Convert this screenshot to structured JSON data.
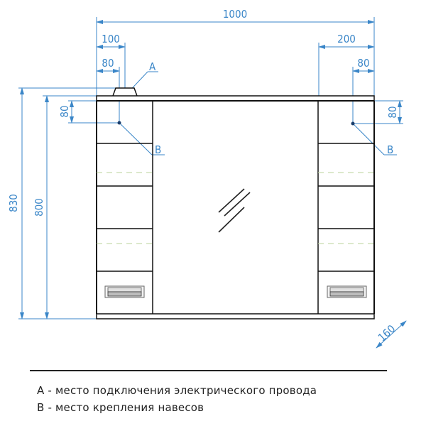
{
  "drawing": {
    "title": "Mirror cabinet front view with dimensions",
    "dimensions": {
      "overall_width": "1000",
      "left_offset_outer": "100",
      "left_offset_inner": "80",
      "right_offset_outer": "200",
      "right_offset_inner": "80",
      "overall_height": "830",
      "body_height": "800",
      "left_mount_vertical": "80",
      "right_mount_vertical": "80",
      "depth": "160"
    },
    "markers": {
      "a_label": "A",
      "b_left_label": "B",
      "b_right_label": "B"
    },
    "colors": {
      "dimension_line": "#3a86c8",
      "outline": "#111111",
      "shelf_dash": "#b9d39a",
      "handle_fill": "#c8c8c8"
    }
  },
  "legend": {
    "items": [
      {
        "key": "A",
        "text": "A - место подключения электрического провода"
      },
      {
        "key": "B",
        "text": "B - место крепления навесов"
      }
    ]
  }
}
